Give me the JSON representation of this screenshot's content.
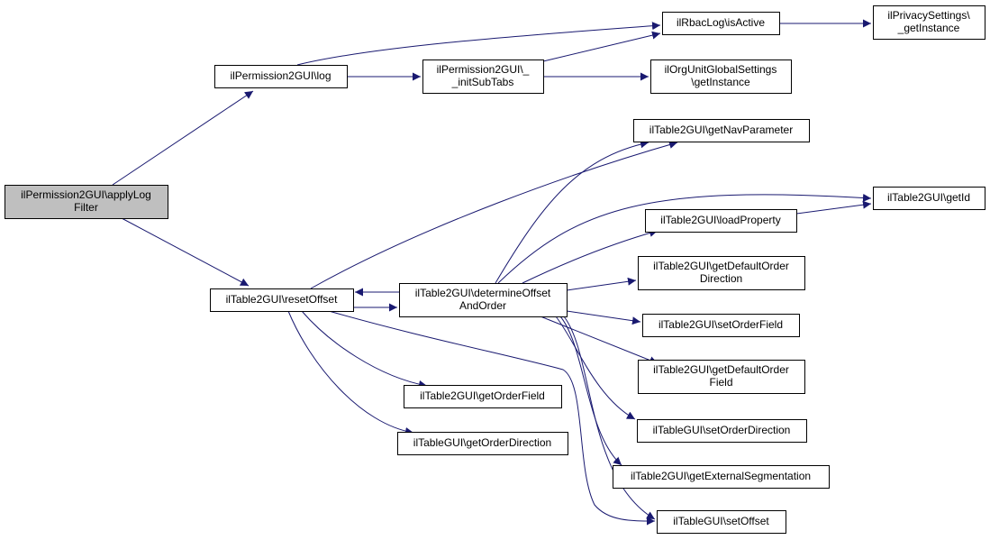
{
  "graph": {
    "colors": {
      "edge": "#191970",
      "node_border": "#000000",
      "node_fill": "#ffffff",
      "root_fill": "#bfbfbf"
    },
    "nodes": [
      {
        "id": "applyLogFilter",
        "lines": [
          "ilPermission2GUI\\applyLog",
          "Filter"
        ],
        "root": true
      },
      {
        "id": "log",
        "lines": [
          "ilPermission2GUI\\log"
        ]
      },
      {
        "id": "initSubTabs",
        "lines": [
          "ilPermission2GUI\\_",
          "_initSubTabs"
        ]
      },
      {
        "id": "rbacIsActive",
        "lines": [
          "ilRbacLog\\isActive"
        ]
      },
      {
        "id": "privacyGetInstance",
        "lines": [
          "ilPrivacySettings\\",
          "_getInstance"
        ]
      },
      {
        "id": "orgUnitGetInstance",
        "lines": [
          "ilOrgUnitGlobalSettings",
          "\\getInstance"
        ]
      },
      {
        "id": "resetOffset",
        "lines": [
          "ilTable2GUI\\resetOffset"
        ]
      },
      {
        "id": "determineOffsetAndOrder",
        "lines": [
          "ilTable2GUI\\determineOffset",
          "AndOrder"
        ]
      },
      {
        "id": "getNavParameter",
        "lines": [
          "ilTable2GUI\\getNavParameter"
        ]
      },
      {
        "id": "getId",
        "lines": [
          "ilTable2GUI\\getId"
        ]
      },
      {
        "id": "loadProperty",
        "lines": [
          "ilTable2GUI\\loadProperty"
        ]
      },
      {
        "id": "getDefaultOrderDirection",
        "lines": [
          "ilTable2GUI\\getDefaultOrder",
          "Direction"
        ]
      },
      {
        "id": "setOrderField",
        "lines": [
          "ilTable2GUI\\setOrderField"
        ]
      },
      {
        "id": "getDefaultOrderField",
        "lines": [
          "ilTable2GUI\\getDefaultOrder",
          "Field"
        ]
      },
      {
        "id": "setOrderDirection",
        "lines": [
          "ilTableGUI\\setOrderDirection"
        ]
      },
      {
        "id": "getExternalSegmentation",
        "lines": [
          "ilTable2GUI\\getExternalSegmentation"
        ]
      },
      {
        "id": "setOffset",
        "lines": [
          "ilTableGUI\\setOffset"
        ]
      },
      {
        "id": "getOrderField",
        "lines": [
          "ilTable2GUI\\getOrderField"
        ]
      },
      {
        "id": "getOrderDirection",
        "lines": [
          "ilTableGUI\\getOrderDirection"
        ]
      }
    ],
    "edges": [
      {
        "from": "applyLogFilter",
        "to": "log"
      },
      {
        "from": "applyLogFilter",
        "to": "resetOffset"
      },
      {
        "from": "log",
        "to": "rbacIsActive"
      },
      {
        "from": "log",
        "to": "initSubTabs"
      },
      {
        "from": "initSubTabs",
        "to": "rbacIsActive"
      },
      {
        "from": "initSubTabs",
        "to": "orgUnitGetInstance"
      },
      {
        "from": "rbacIsActive",
        "to": "privacyGetInstance"
      },
      {
        "from": "resetOffset",
        "to": "getNavParameter"
      },
      {
        "from": "resetOffset",
        "to": "determineOffsetAndOrder"
      },
      {
        "from": "resetOffset",
        "to": "getOrderField"
      },
      {
        "from": "resetOffset",
        "to": "getOrderDirection"
      },
      {
        "from": "resetOffset",
        "to": "setOffset"
      },
      {
        "from": "determineOffsetAndOrder",
        "to": "resetOffset"
      },
      {
        "from": "determineOffsetAndOrder",
        "to": "getNavParameter"
      },
      {
        "from": "determineOffsetAndOrder",
        "to": "getId"
      },
      {
        "from": "determineOffsetAndOrder",
        "to": "loadProperty"
      },
      {
        "from": "determineOffsetAndOrder",
        "to": "getDefaultOrderDirection"
      },
      {
        "from": "determineOffsetAndOrder",
        "to": "setOrderField"
      },
      {
        "from": "determineOffsetAndOrder",
        "to": "getDefaultOrderField"
      },
      {
        "from": "determineOffsetAndOrder",
        "to": "setOrderDirection"
      },
      {
        "from": "determineOffsetAndOrder",
        "to": "getExternalSegmentation"
      },
      {
        "from": "determineOffsetAndOrder",
        "to": "setOffset"
      },
      {
        "from": "loadProperty",
        "to": "getId"
      }
    ]
  }
}
